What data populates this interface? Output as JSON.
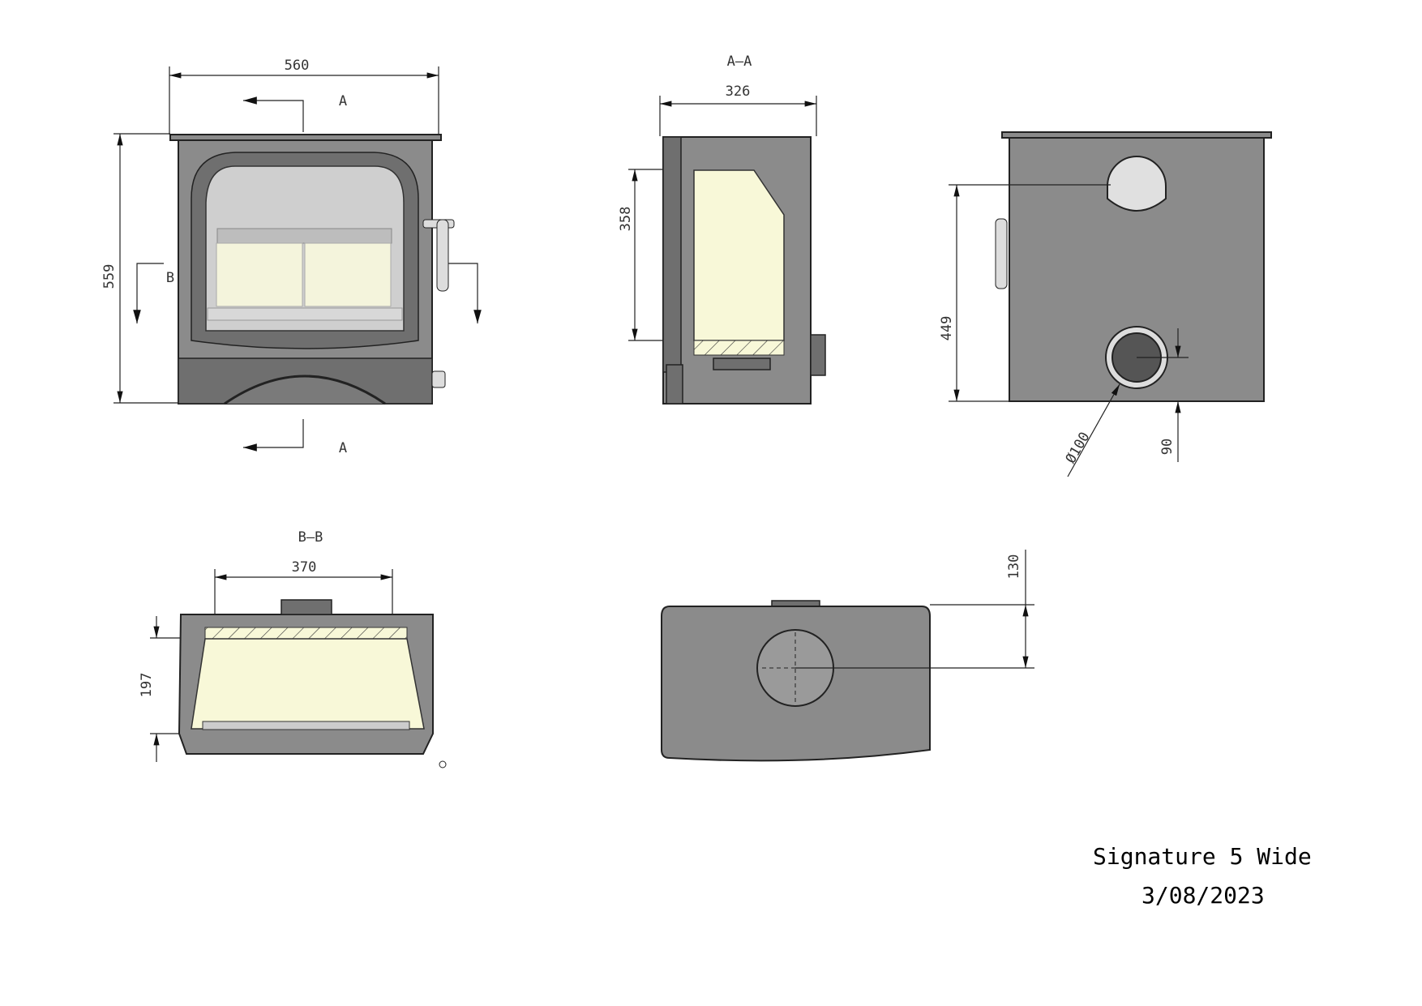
{
  "front_view": {
    "width_dim": "560",
    "height_dim": "559",
    "section_a": "A",
    "section_a2": "A",
    "section_b": "B"
  },
  "side_section": {
    "label": "A–A",
    "depth_dim": "326",
    "height_dim": "358"
  },
  "back_view": {
    "flue_height_dim": "449",
    "flue_diameter_dim": "Ø100",
    "offset_dim": "90"
  },
  "bottom_section": {
    "label": "B–B",
    "width_dim": "370",
    "depth_dim": "197"
  },
  "top_view": {
    "flue_offset_dim": "130"
  },
  "title_block": {
    "model": "Signature 5 Wide",
    "date": "3/08/2023"
  },
  "colors": {
    "body": "#8b8b8b",
    "firebox": "#f8f8d8"
  }
}
